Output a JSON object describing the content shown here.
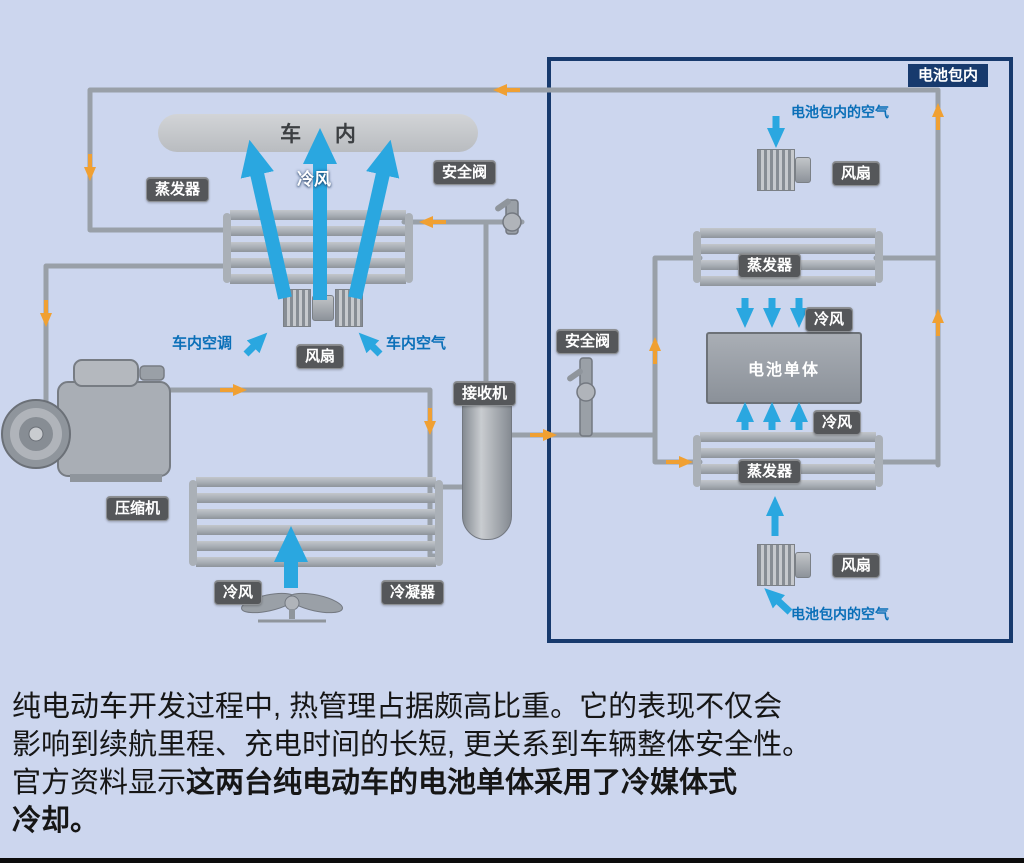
{
  "colors": {
    "background": "#ccd6ee",
    "pipe": "#99a0a8",
    "orange_arrow": "#f0a032",
    "blue_arrow": "#2aa7e0",
    "badge_background": "#55575a",
    "battery_box_border": "#173a6d",
    "blue_text": "#0a6fb8"
  },
  "diagram": {
    "car_interior": "车 内",
    "cold_wind": "冷风",
    "evaporator": "蒸发器",
    "safety_valve": "安全阀",
    "fan": "风扇",
    "car_ac": "车内空调",
    "car_air": "车内空气",
    "receiver": "接收机",
    "compressor": "压缩机",
    "condenser": "冷凝器",
    "battery_pack_title": "电池包内",
    "battery_pack_air": "电池包内的空气",
    "battery_cell": "电池单体"
  },
  "caption": {
    "line1": "纯电动车开发过程中, 热管理占据颇高比重。它的表现不仅会",
    "line2": "影响到续航里程、充电时间的长短, 更关系到车辆整体安全性。",
    "line3_regular": "官方资料显示",
    "line3_bold": "这两台纯电动车的电池单体采用了冷媒体式",
    "line4_bold": "冷却。"
  }
}
